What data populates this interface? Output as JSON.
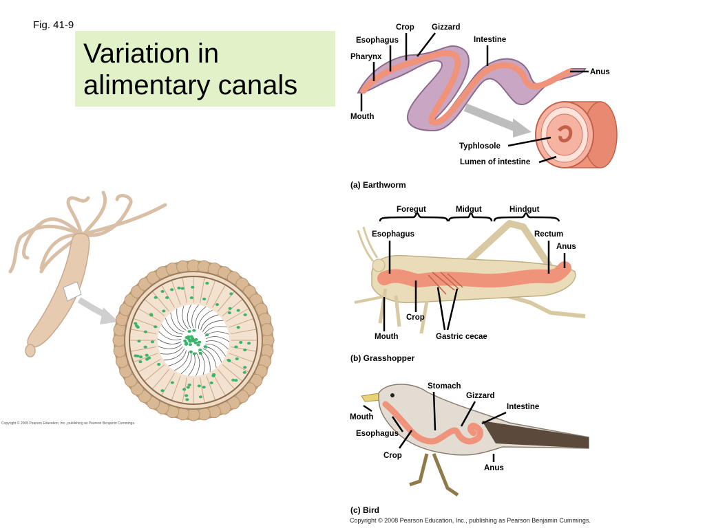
{
  "figure": {
    "number": "Fig. 41-9",
    "title": "Variation in alimentary canals"
  },
  "copyright": {
    "left": "Copyright © 2008 Pearson Education, Inc., publishing as Pearson Benjamin Cummings.",
    "right": "Copyright © 2008 Pearson Education, Inc., publishing as Pearson Benjamin Cummings."
  },
  "earthworm": {
    "caption": "(a) Earthworm",
    "labels": {
      "crop": "Crop",
      "gizzard": "Gizzard",
      "esophagus": "Esophagus",
      "intestine": "Intestine",
      "pharynx": "Pharynx",
      "anus": "Anus",
      "mouth": "Mouth",
      "typhlosole": "Typhlosole",
      "lumen": "Lumen of intestine"
    }
  },
  "grasshopper": {
    "caption": "(b) Grasshopper",
    "labels": {
      "foregut": "Foregut",
      "midgut": "Midgut",
      "hindgut": "Hindgut",
      "esophagus": "Esophagus",
      "rectum": "Rectum",
      "anus": "Anus",
      "crop": "Crop",
      "mouth": "Mouth",
      "gastric_cecae": "Gastric cecae"
    }
  },
  "bird": {
    "caption": "(c) Bird",
    "labels": {
      "stomach": "Stomach",
      "gizzard": "Gizzard",
      "intestine": "Intestine",
      "mouth": "Mouth",
      "esophagus": "Esophagus",
      "crop": "Crop",
      "anus": "Anus"
    }
  },
  "colors": {
    "gut": "#f0937b",
    "worm_body": "#c9a6c4",
    "title_bg": "#e2f2c8",
    "insect_body": "#eadcb8",
    "hydra_body": "#e6cbb0",
    "hydra_dots": "#3bb36a"
  }
}
